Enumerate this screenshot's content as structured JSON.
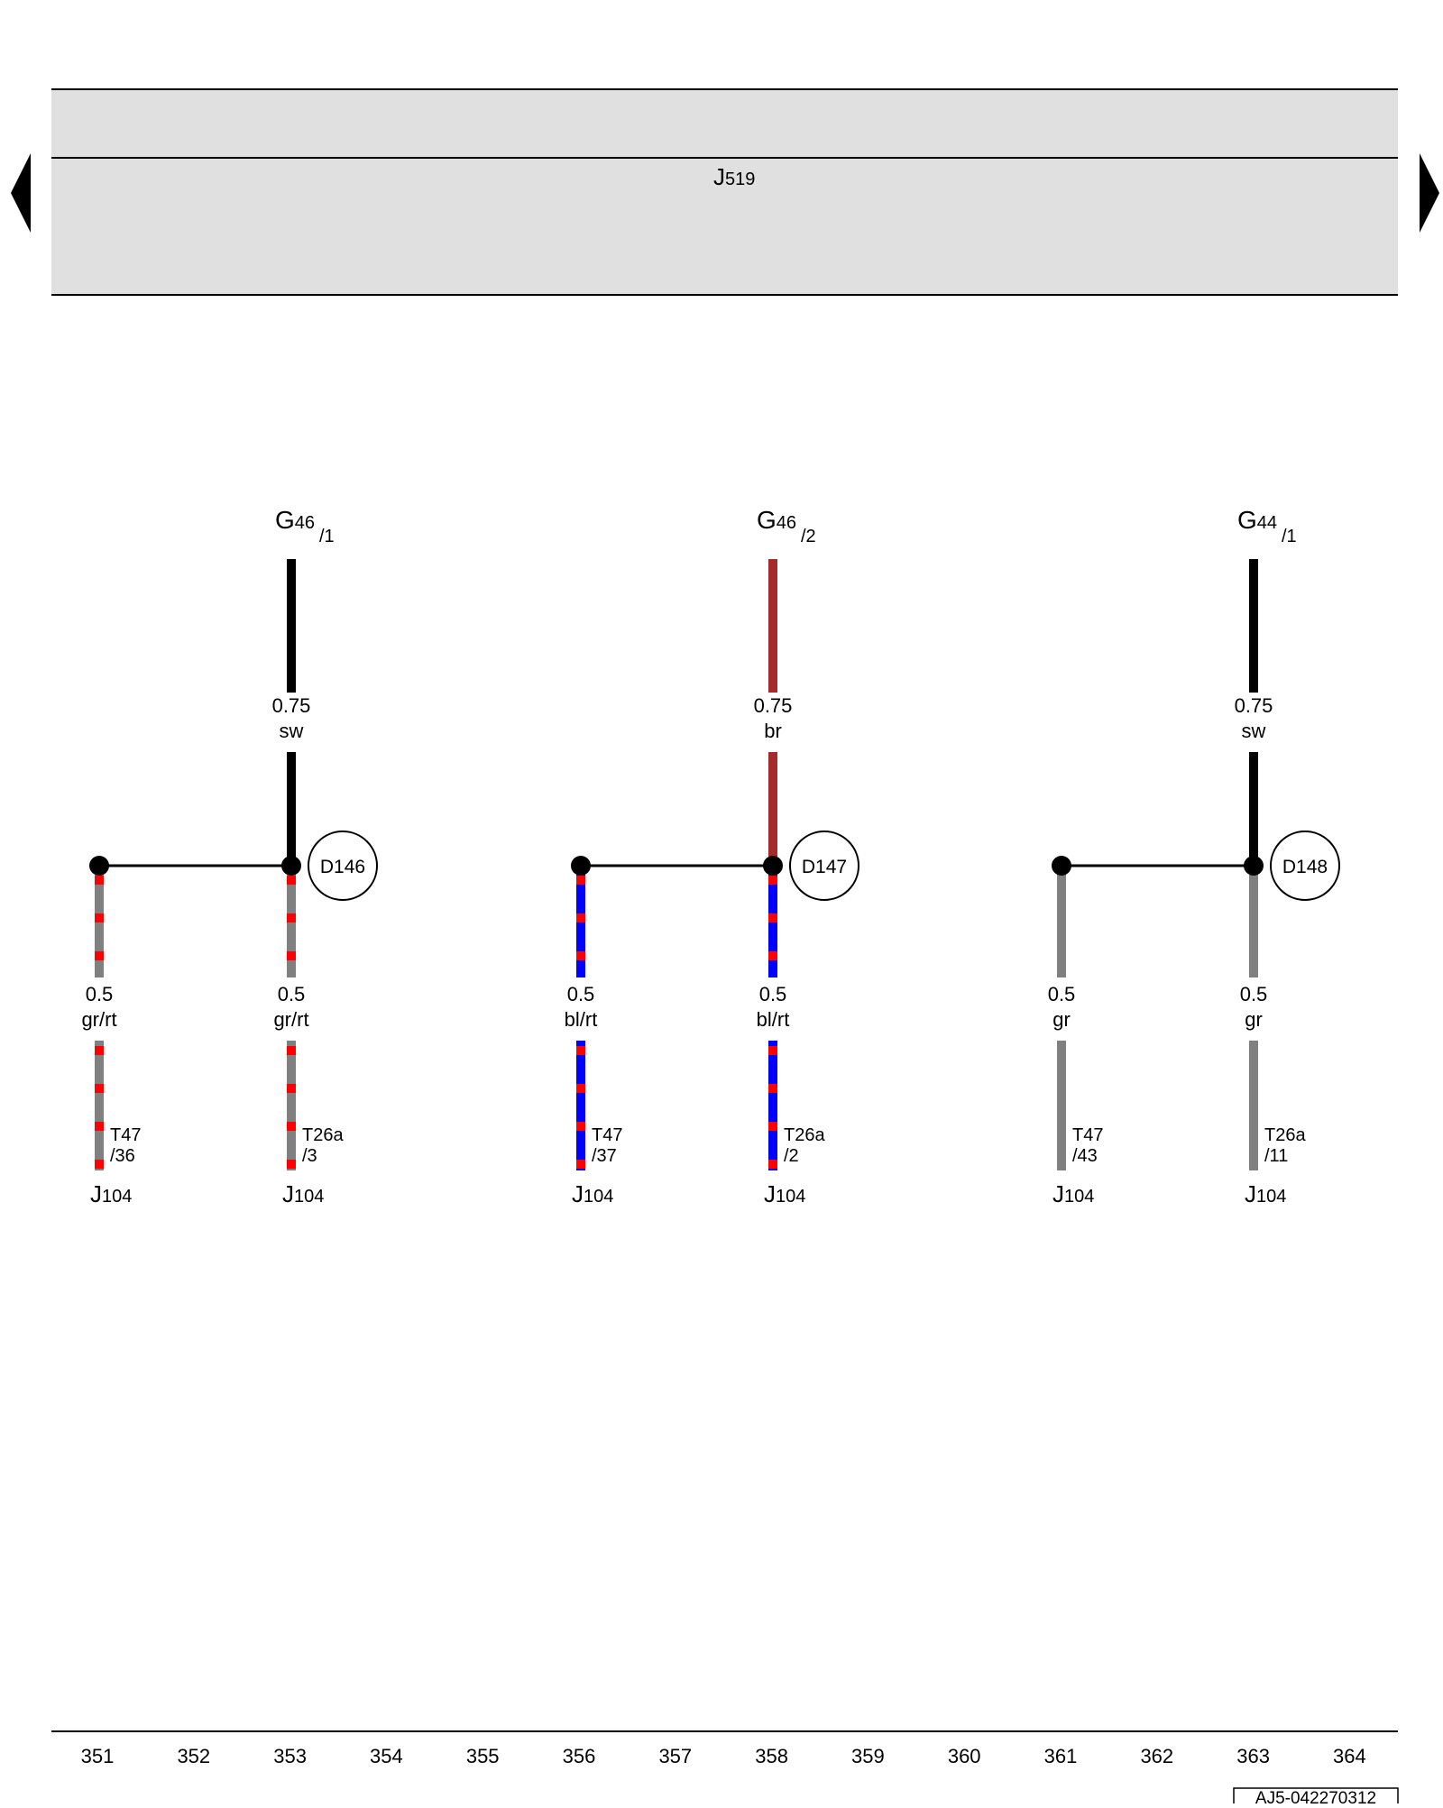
{
  "header": {
    "module_letter": "J",
    "module_number": "519"
  },
  "circuits": [
    {
      "source": {
        "letter": "G",
        "number": "46",
        "pin": "/1"
      },
      "main_wire": {
        "size": "0.75",
        "color_code": "sw",
        "color": "#000000"
      },
      "splice": "D146",
      "branches": [
        {
          "size": "0.5",
          "color_code": "gr/rt",
          "base_color": "#808080",
          "stripe_color": "#ff0000",
          "connector": "T47",
          "pin": "/36",
          "target_letter": "J",
          "target_number": "104"
        },
        {
          "size": "0.5",
          "color_code": "gr/rt",
          "base_color": "#808080",
          "stripe_color": "#ff0000",
          "connector": "T26a",
          "pin": "/3",
          "target_letter": "J",
          "target_number": "104"
        }
      ]
    },
    {
      "source": {
        "letter": "G",
        "number": "46",
        "pin": "/2"
      },
      "main_wire": {
        "size": "0.75",
        "color_code": "br",
        "color": "#a52a2a"
      },
      "splice": "D147",
      "branches": [
        {
          "size": "0.5",
          "color_code": "bl/rt",
          "base_color": "#0000ff",
          "stripe_color": "#ff0000",
          "connector": "T47",
          "pin": "/37",
          "target_letter": "J",
          "target_number": "104"
        },
        {
          "size": "0.5",
          "color_code": "bl/rt",
          "base_color": "#0000ff",
          "stripe_color": "#ff0000",
          "connector": "T26a",
          "pin": "/2",
          "target_letter": "J",
          "target_number": "104"
        }
      ]
    },
    {
      "source": {
        "letter": "G",
        "number": "44",
        "pin": "/1"
      },
      "main_wire": {
        "size": "0.75",
        "color_code": "sw",
        "color": "#000000"
      },
      "splice": "D148",
      "branches": [
        {
          "size": "0.5",
          "color_code": "gr",
          "base_color": "#808080",
          "stripe_color": null,
          "connector": "T47",
          "pin": "/43",
          "target_letter": "J",
          "target_number": "104"
        },
        {
          "size": "0.5",
          "color_code": "gr",
          "base_color": "#808080",
          "stripe_color": null,
          "connector": "T26a",
          "pin": "/11",
          "target_letter": "J",
          "target_number": "104"
        }
      ]
    }
  ],
  "footer": {
    "track_numbers": [
      "351",
      "352",
      "353",
      "354",
      "355",
      "356",
      "357",
      "358",
      "359",
      "360",
      "361",
      "362",
      "363",
      "364"
    ],
    "doc_id": "AJ5-042270312"
  },
  "colors": {
    "header_band": "#e0e0e0",
    "line": "#000000"
  }
}
